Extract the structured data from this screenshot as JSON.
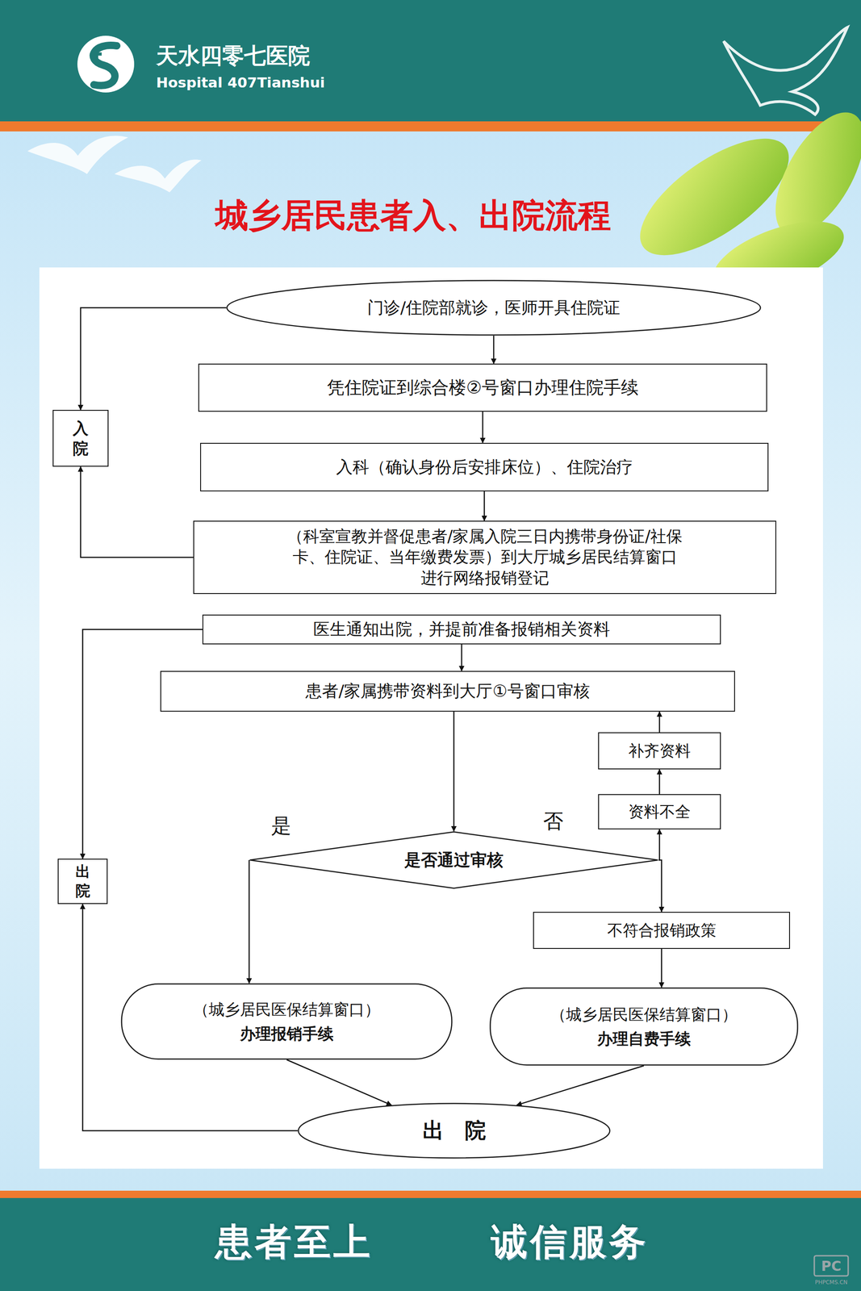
{
  "diagram": {
    "title": "城乡居民患者入、出院流程",
    "nodes": [
      {
        "text": [
          "门诊/住院部就诊，医师开具住院证"
        ]
      },
      {
        "text": [
          "凭住院证到综合楼②号窗口办理住院手续"
        ]
      },
      {
        "text": [
          "入科（确认身份后安排床位）、住院治疗"
        ]
      },
      {
        "text": [
          "（科室宣教并督促患者/家属入院三日内携带身份证/社保卡、住院证、当年缴费发票）到大厅城乡居民结算窗口进行网络报销登记"
        ]
      },
      {
        "text": [
          "入院"
        ]
      },
      {
        "text": [
          "医生通知出院，并提前准备报销相关资料"
        ]
      },
      {
        "text": [
          "患者/家属携带资料到大厅①号窗口审核"
        ]
      },
      {
        "text": [
          "是否通过审核"
        ]
      },
      {
        "text": [
          "补齐资料"
        ]
      },
      {
        "text": [
          "资料不全"
        ]
      },
      {
        "text": [
          "不符合报销政策"
        ]
      },
      {
        "text": [
          "（城乡居民医保结算窗口）",
          "办理报销手续"
        ]
      },
      {
        "text": [
          "（城乡居民医保结算窗口）",
          "办理自费手续"
        ]
      },
      {
        "text": [
          "出　院"
        ]
      },
      {
        "text": [
          "出院"
        ]
      }
    ],
    "edges": [
      {
        "from": 0,
        "to": 1,
        "arrow": "to"
      },
      {
        "from": 1,
        "to": 2,
        "arrow": "to"
      },
      {
        "from": 2,
        "to": 3,
        "arrow": "to"
      },
      {
        "from": 0,
        "to": 4,
        "arrow": "to"
      },
      {
        "from": 3,
        "to": 4,
        "arrow": "to"
      },
      {
        "from": 5,
        "to": 6,
        "arrow": "to"
      },
      {
        "from": 5,
        "to": 14,
        "arrow": "to"
      },
      {
        "from": 6,
        "to": 7,
        "arrow": "to"
      },
      {
        "from": 7,
        "to": 11,
        "label": "是",
        "arrow": "to"
      },
      {
        "from": 7,
        "to": 9,
        "label": "否",
        "arrow": "to"
      },
      {
        "from": 9,
        "to": 8,
        "arrow": "to"
      },
      {
        "from": 8,
        "to": 6,
        "arrow": "to"
      },
      {
        "from": 7,
        "to": 10,
        "arrow": "to"
      },
      {
        "from": 10,
        "to": 12,
        "arrow": "to"
      },
      {
        "from": 11,
        "to": 13,
        "arrow": "to"
      },
      {
        "from": 12,
        "to": 13,
        "arrow": "to"
      },
      {
        "from": 13,
        "to": 14,
        "arrow": "to"
      }
    ],
    "labels": [
      "天水四零七医院",
      "Hospital 407Tianshui",
      "患者至上",
      "诚信服务",
      "PC",
      "PHPCMS.CN"
    ]
  }
}
